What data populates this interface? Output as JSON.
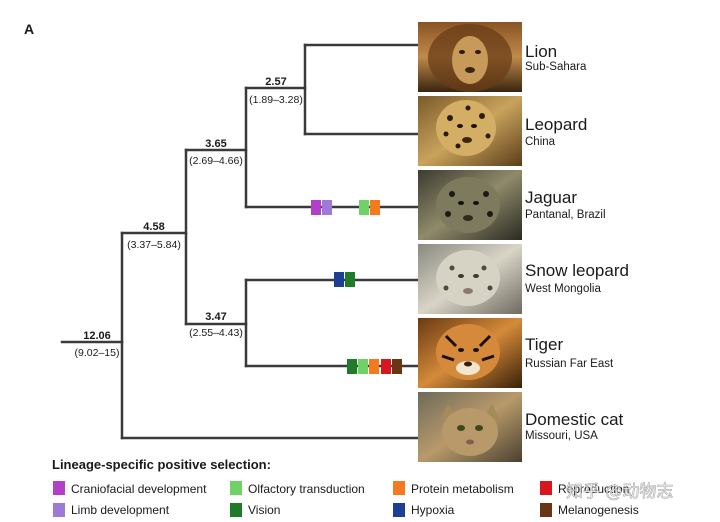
{
  "panel_label": "A",
  "nodes": [
    {
      "id": "root",
      "age": "12.06",
      "ci": "(9.02–15)"
    },
    {
      "id": "pantherinae",
      "age": "4.58",
      "ci": "(3.37–5.84)"
    },
    {
      "id": "lion-leopard-jaguar",
      "age": "3.65",
      "ci": "(2.69–4.66)"
    },
    {
      "id": "lion-leopard",
      "age": "2.57",
      "ci": "(1.89–3.28)"
    },
    {
      "id": "snowleopard-tiger",
      "age": "3.47",
      "ci": "(2.55–4.43)"
    }
  ],
  "species": [
    {
      "name": "Lion",
      "region": "Sub-Sahara",
      "markers": []
    },
    {
      "name": "Leopard",
      "region": "China",
      "markers": []
    },
    {
      "name": "Jaguar",
      "region": "Pantanal, Brazil",
      "markers": [
        "Craniofacial development",
        "Limb development",
        "Olfactory transduction",
        "Protein metabolism"
      ]
    },
    {
      "name": "Snow leopard",
      "region": "West Mongolia",
      "markers": [
        "Hypoxia",
        "Vision"
      ]
    },
    {
      "name": "Tiger",
      "region": "Russian Far East",
      "markers": [
        "Vision",
        "Olfactory transduction",
        "Protein metabolism",
        "Reproduction",
        "Melanogenesis"
      ]
    },
    {
      "name": "Domestic cat",
      "region": "Missouri, USA",
      "markers": []
    }
  ],
  "legend": {
    "title": "Lineage-specific positive selection:",
    "items": [
      {
        "label": "Craniofacial development",
        "color": "#b23fc7"
      },
      {
        "label": "Olfactory transduction",
        "color": "#6fd166"
      },
      {
        "label": "Protein metabolism",
        "color": "#f47a20"
      },
      {
        "label": "Reproduction",
        "color": "#d8161e"
      },
      {
        "label": "Limb development",
        "color": "#9e7ad8"
      },
      {
        "label": "Vision",
        "color": "#1f7a2a"
      },
      {
        "label": "Hypoxia",
        "color": "#1d3f93"
      },
      {
        "label": "Melanogenesis",
        "color": "#6a3512"
      }
    ]
  },
  "watermark": "知乎 @动物志"
}
